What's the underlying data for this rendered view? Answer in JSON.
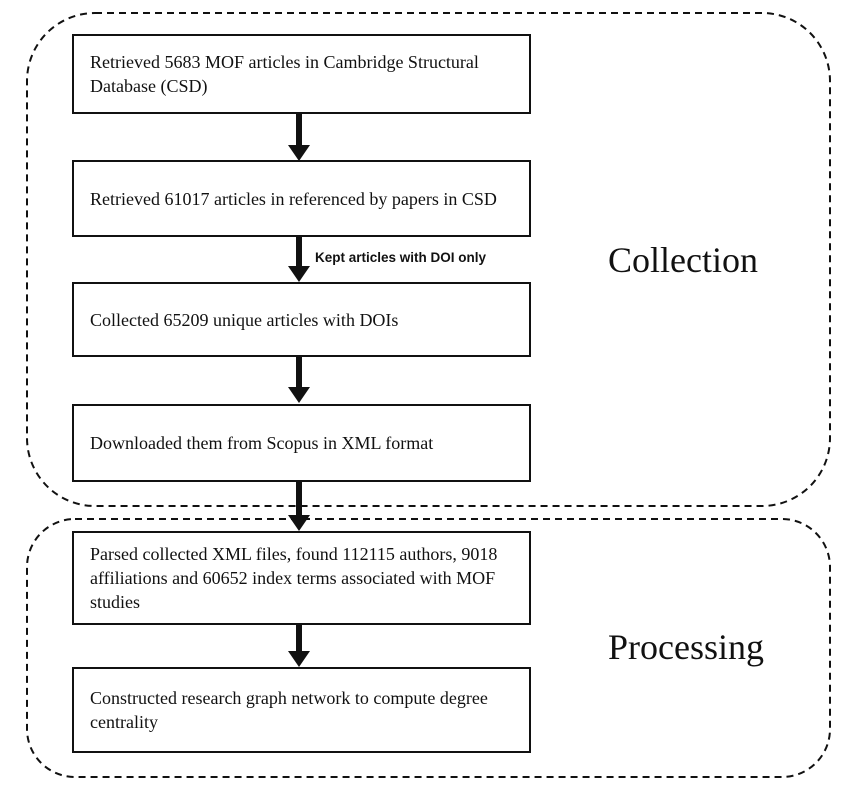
{
  "steps": [
    {
      "text": "Retrieved 5683 MOF articles in Cambridge Structural Database (CSD)"
    },
    {
      "text": "Retrieved 61017 articles in referenced by papers in CSD"
    },
    {
      "text": "Collected 65209 unique articles with DOIs"
    },
    {
      "text": "Downloaded them from Scopus in XML  format"
    },
    {
      "text": "Parsed collected XML files, found 112115 authors, 9018 affiliations and 60652 index terms associated with MOF studies"
    },
    {
      "text": "Constructed research graph network to compute degree centrality"
    }
  ],
  "arrow_note": "Kept articles with DOI only",
  "groups": {
    "collection": "Collection",
    "processing": "Processing"
  },
  "colors": {
    "stroke": "#111111",
    "background": "#ffffff"
  }
}
